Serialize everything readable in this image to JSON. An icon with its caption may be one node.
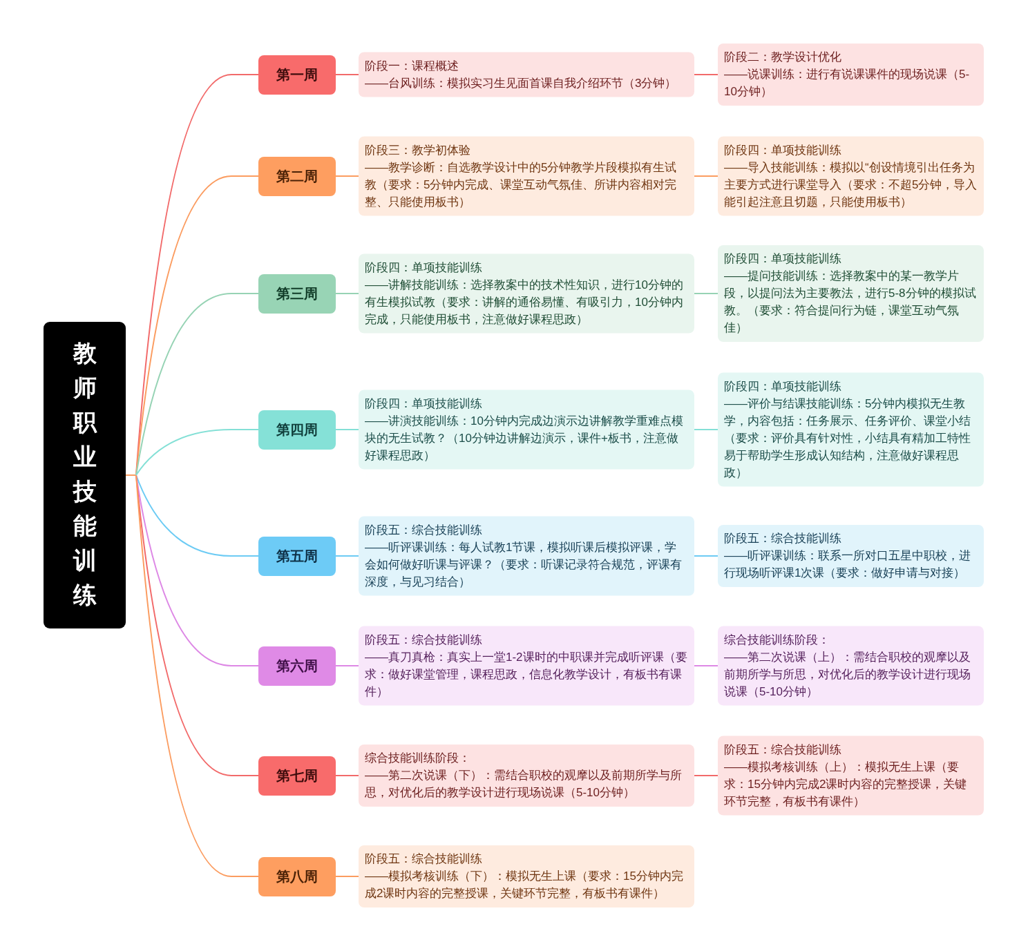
{
  "diagram": {
    "nodes": [
      {
        "text": [
          "教师职业技能训练"
        ]
      },
      {
        "text": [
          "第一周"
        ]
      },
      {
        "text": [
          "阶段一：课程概述",
          "——台风训练：模拟实习生见面首课自我介绍环节（3分钟）"
        ]
      },
      {
        "text": [
          "阶段二：教学设计优化",
          "——说课训练：进行有说课课件的现场说课（5-10分钟）"
        ]
      },
      {
        "text": [
          "第二周"
        ]
      },
      {
        "text": [
          "阶段三：教学初体验",
          "——教学诊断：自选教学设计中的5分钟教学片段模拟有生试教（要求：5分钟内完成、课堂互动气氛佳、所讲内容相对完整、只能使用板书）"
        ]
      },
      {
        "text": [
          "阶段四：单项技能训练",
          "——导入技能训练：模拟以“创设情境引出任务为主要方式进行课堂导入（要求：不超5分钟，导入能引起注意且切题，只能使用板书）"
        ]
      },
      {
        "text": [
          "第三周"
        ]
      },
      {
        "text": [
          "阶段四：单项技能训练",
          "——讲解技能训练：选择教案中的技术性知识，进行10分钟的有生模拟试教（要求：讲解的通俗易懂、有吸引力，10分钟内完成，只能使用板书，注意做好课程思政）"
        ]
      },
      {
        "text": [
          "阶段四：单项技能训练",
          "——提问技能训练：选择教案中的某一教学片段，以提问法为主要教法，进行5-8分钟的模拟试教。（要求：符合提问行为链，课堂互动气氛佳）"
        ]
      },
      {
        "text": [
          "第四周"
        ]
      },
      {
        "text": [
          "阶段四：单项技能训练",
          "——讲演技能训练：10分钟内完成边演示边讲解教学重难点模块的无生试教？（10分钟边讲解边演示，课件+板书，注意做好课程思政）"
        ]
      },
      {
        "text": [
          "阶段四：单项技能训练",
          "——评价与结课技能训练：5分钟内模拟无生教学，内容包括：任务展示、任务评价、课堂小结（要求：评价具有针对性，小结具有精加工特性易于帮助学生形成认知结构，注意做好课程思政）"
        ]
      },
      {
        "text": [
          "第五周"
        ]
      },
      {
        "text": [
          "阶段五：综合技能训练",
          "——听评课训练：每人试教1节课，模拟听课后模拟评课，学会如何做好听课与评课？（要求：听课记录符合规范，评课有深度，与见习结合）"
        ]
      },
      {
        "text": [
          "阶段五：综合技能训练",
          "——听评课训练：联系一所对口五星中职校，进行现场听评课1次课（要求：做好申请与对接）"
        ]
      },
      {
        "text": [
          "第六周"
        ]
      },
      {
        "text": [
          "阶段五：综合技能训练",
          "——真刀真枪：真实上一堂1-2课时的中职课并完成听评课（要求：做好课堂管理，课程思政，信息化教学设计，有板书有课件）"
        ]
      },
      {
        "text": [
          "综合技能训练阶段：",
          "——第二次说课（上）：需结合职校的观摩以及前期所学与所思，对优化后的教学设计进行现场说课（5-10分钟）"
        ]
      },
      {
        "text": [
          "第七周"
        ]
      },
      {
        "text": [
          "综合技能训练阶段：",
          "——第二次说课（下）：需结合职校的观摩以及前期所学与所思，对优化后的教学设计进行现场说课（5-10分钟）"
        ]
      },
      {
        "text": [
          "阶段五：综合技能训练",
          "——模拟考核训练（上）：模拟无生上课（要求：15分钟内完成2课时内容的完整授课，关键环节完整，有板书有课件）"
        ]
      },
      {
        "text": [
          "第八周"
        ]
      },
      {
        "text": [
          "阶段五：综合技能训练",
          "——模拟考核训练（下）：模拟无生上课（要求：15分钟内完成2课时内容的完整授课，关键环节完整，有板书有课件）"
        ]
      }
    ],
    "edges": [
      {
        "from": 0,
        "to": 1,
        "arrow": "none",
        "color": "#f26a6a"
      },
      {
        "from": 1,
        "to": 2,
        "arrow": "none",
        "color": "#f26a6a"
      },
      {
        "from": 2,
        "to": 3,
        "arrow": "none",
        "color": "#f26a6a"
      },
      {
        "from": 0,
        "to": 4,
        "arrow": "none",
        "color": "#fb9c60"
      },
      {
        "from": 4,
        "to": 5,
        "arrow": "none",
        "color": "#fb9c60"
      },
      {
        "from": 5,
        "to": 6,
        "arrow": "none",
        "color": "#fb9c60"
      },
      {
        "from": 0,
        "to": 7,
        "arrow": "none",
        "color": "#96d3b4"
      },
      {
        "from": 7,
        "to": 8,
        "arrow": "none",
        "color": "#96d3b4"
      },
      {
        "from": 8,
        "to": 9,
        "arrow": "none",
        "color": "#96d3b4"
      },
      {
        "from": 0,
        "to": 10,
        "arrow": "none",
        "color": "#84e0d6"
      },
      {
        "from": 10,
        "to": 11,
        "arrow": "none",
        "color": "#84e0d6"
      },
      {
        "from": 11,
        "to": 12,
        "arrow": "none",
        "color": "#84e0d6"
      },
      {
        "from": 0,
        "to": 13,
        "arrow": "none",
        "color": "#6ccbf4"
      },
      {
        "from": 13,
        "to": 14,
        "arrow": "none",
        "color": "#6ccbf4"
      },
      {
        "from": 14,
        "to": 15,
        "arrow": "none",
        "color": "#6ccbf4"
      },
      {
        "from": 0,
        "to": 16,
        "arrow": "none",
        "color": "#dd88e5"
      },
      {
        "from": 16,
        "to": 17,
        "arrow": "none",
        "color": "#dd88e5"
      },
      {
        "from": 17,
        "to": 18,
        "arrow": "none",
        "color": "#dd88e5"
      },
      {
        "from": 0,
        "to": 19,
        "arrow": "none",
        "color": "#f26a6a"
      },
      {
        "from": 19,
        "to": 20,
        "arrow": "none",
        "color": "#f26a6a"
      },
      {
        "from": 20,
        "to": 21,
        "arrow": "none",
        "color": "#f26a6a"
      },
      {
        "from": 0,
        "to": 22,
        "arrow": "none",
        "color": "#fb9c60"
      },
      {
        "from": 22,
        "to": 23,
        "arrow": "none",
        "color": "#fb9c60"
      }
    ]
  }
}
